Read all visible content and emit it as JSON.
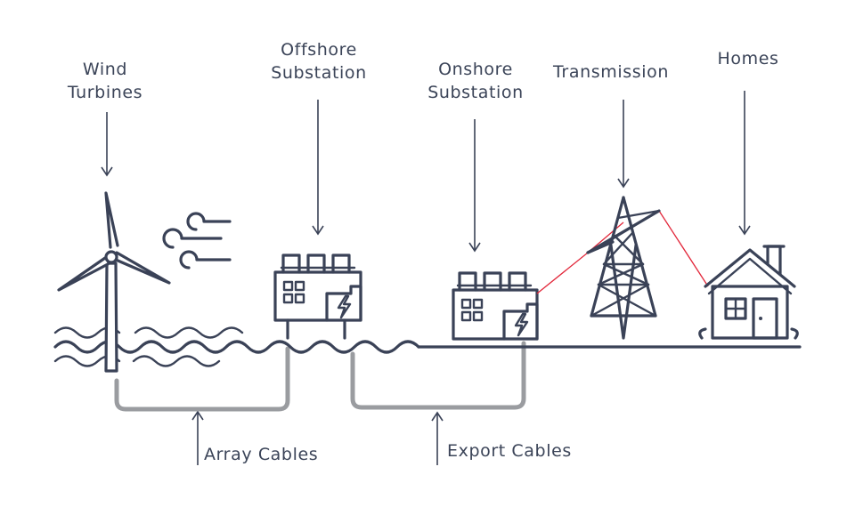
{
  "labels": {
    "wind_line1": "Wind",
    "wind_line2": "Turbines",
    "offshore_line1": "Offshore",
    "offshore_line2": "Substation",
    "onshore_line1": "Onshore",
    "onshore_line2": "Substation",
    "transmission": "Transmission",
    "homes": "Homes",
    "array_cables": "Array Cables",
    "export_cables": "Export Cables"
  },
  "icons": [
    "wind-turbine-icon",
    "wind-gust-icon",
    "offshore-substation-icon",
    "onshore-substation-icon",
    "transmission-tower-icon",
    "house-icon"
  ],
  "colors": {
    "ink": "#3a4257",
    "cable": "#9a9ca0",
    "power_line": "#e2273a",
    "background": "#ffffff"
  }
}
